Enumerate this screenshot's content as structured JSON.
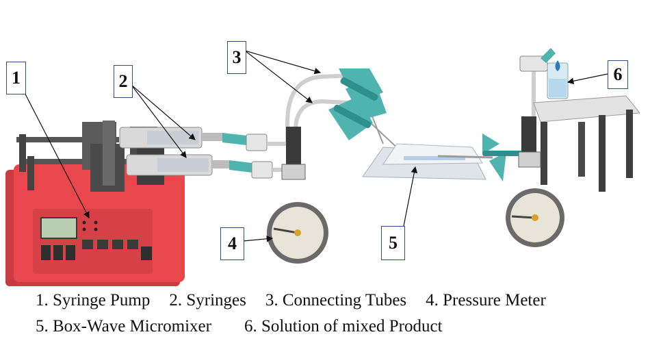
{
  "callouts": {
    "c1": "1",
    "c2": "2",
    "c3": "3",
    "c4": "4",
    "c5": "5",
    "c6": "6"
  },
  "legend": {
    "line1": [
      "1. Syringe Pump",
      "2. Syringes",
      "3. Connecting Tubes",
      "4. Pressure Meter"
    ],
    "line2": [
      "5. Box-Wave Micromixer",
      "6. Solution of mixed Product"
    ]
  },
  "colors": {
    "pump_red": "#e8474c",
    "pump_dark_red": "#b73438",
    "teal": "#4fb3b0",
    "gauge_face": "#e8e4d8",
    "callout_border": "#2e4f7a"
  }
}
